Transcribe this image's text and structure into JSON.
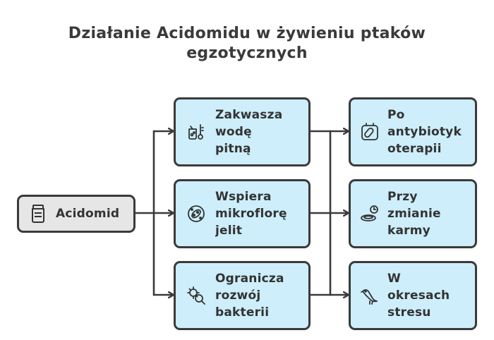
{
  "title": "Działanie Acidomidu w żywieniu ptaków egzotycznych",
  "root": {
    "label": "Acidomid",
    "icon": "jar-icon"
  },
  "effects": [
    {
      "label": "Zakwasza\nwodę\npitną",
      "icon": "lab-flask-thermometer-icon"
    },
    {
      "label": "Wspiera\nmikroflorę\njelit",
      "icon": "bacteria-icon"
    },
    {
      "label": "Ogranicza\nrozwój\nbakterii",
      "icon": "virus-magnifier-icon"
    }
  ],
  "situations": [
    {
      "label": "Po\nantybiotyk\noterapii",
      "icon": "pill-icon"
    },
    {
      "label": "Przy\nzmianie\nkarmy",
      "icon": "bowl-clock-icon"
    },
    {
      "label": "W\nokresach\nstresu",
      "icon": "bird-icon"
    }
  ],
  "colors": {
    "box_fill": "#cdeefa",
    "root_fill": "#e6e6e6",
    "stroke": "#3a3a3a"
  }
}
